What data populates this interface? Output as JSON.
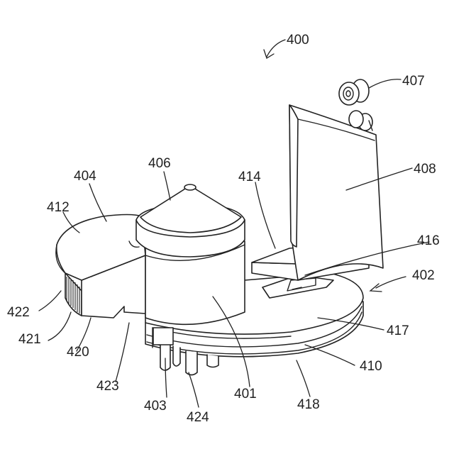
{
  "figure": {
    "labels": {
      "l400": "400",
      "l407": "407",
      "l408": "408",
      "l406": "406",
      "l404": "404",
      "l414": "414",
      "l412": "412",
      "l416": "416",
      "l402": "402",
      "l422": "422",
      "l417": "417",
      "l421": "421",
      "l420": "420",
      "l410": "410",
      "l423": "423",
      "l401": "401",
      "l403": "403",
      "l418": "418",
      "l424": "424"
    }
  }
}
